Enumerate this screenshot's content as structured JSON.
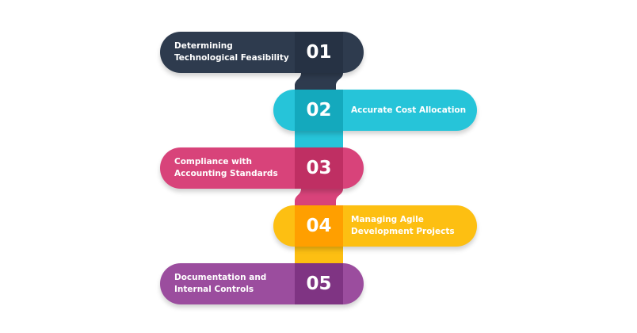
{
  "diagram": {
    "steps": [
      {
        "number": "01",
        "label": "Determining\nTechnological Feasibility",
        "side": "left",
        "color": "#2e3b4e",
        "accent": "#263244"
      },
      {
        "number": "02",
        "label": "Accurate Cost Allocation",
        "side": "right",
        "color": "#26c4d9",
        "accent": "#14a9bd"
      },
      {
        "number": "03",
        "label": "Compliance with\nAccounting Standards",
        "side": "left",
        "color": "#d8437a",
        "accent": "#bf2f63"
      },
      {
        "number": "04",
        "label": "Managing Agile\nDevelopment Projects",
        "side": "right",
        "color": "#fdbf12",
        "accent": "#ff9f00"
      },
      {
        "number": "05",
        "label": "Documentation and\nInternal Controls",
        "side": "left",
        "color": "#9b4d9e",
        "accent": "#7f3483"
      }
    ]
  }
}
